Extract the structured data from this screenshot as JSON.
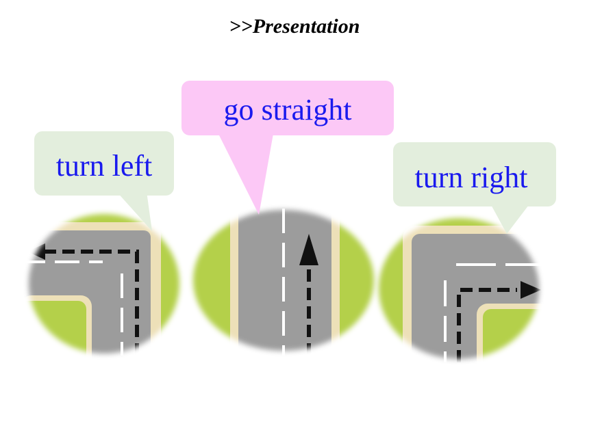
{
  "header": {
    "title": ">>Presentation"
  },
  "bubbles": {
    "left": {
      "label": "turn left"
    },
    "middle": {
      "label": "go straight"
    },
    "right": {
      "label": "turn right"
    }
  },
  "colors": {
    "grass": "#b4d04a",
    "road": "#9c9c9c",
    "curb": "#ede0b8",
    "bubble_green": "#e3eedd",
    "bubble_pink": "#fcc8f6",
    "text_blue": "#1a1aee"
  }
}
